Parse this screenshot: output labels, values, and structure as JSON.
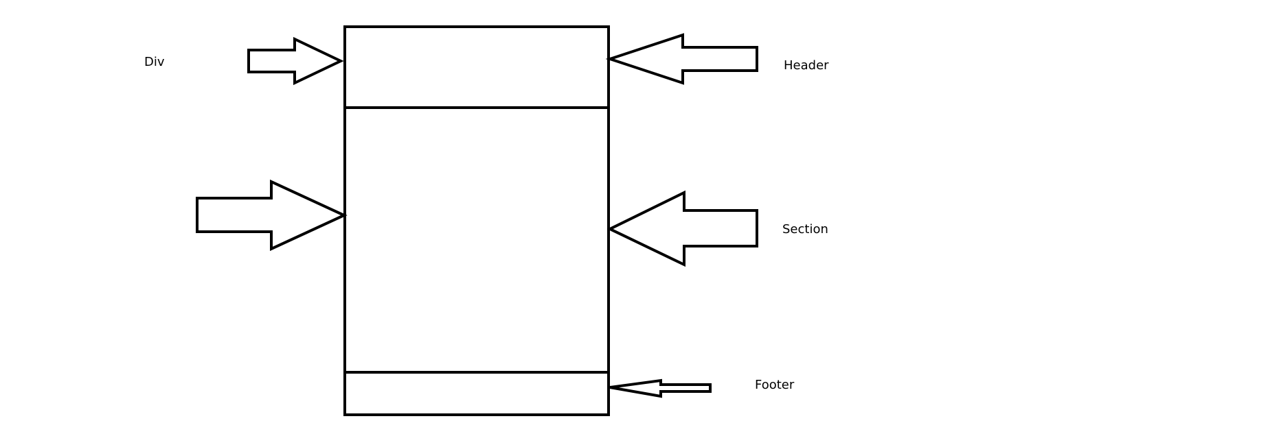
{
  "labels": {
    "div": "Div",
    "header": "Header",
    "section": "Section",
    "footer": "Footer"
  },
  "colors": {
    "stroke": "#000000",
    "background": "#ffffff"
  }
}
